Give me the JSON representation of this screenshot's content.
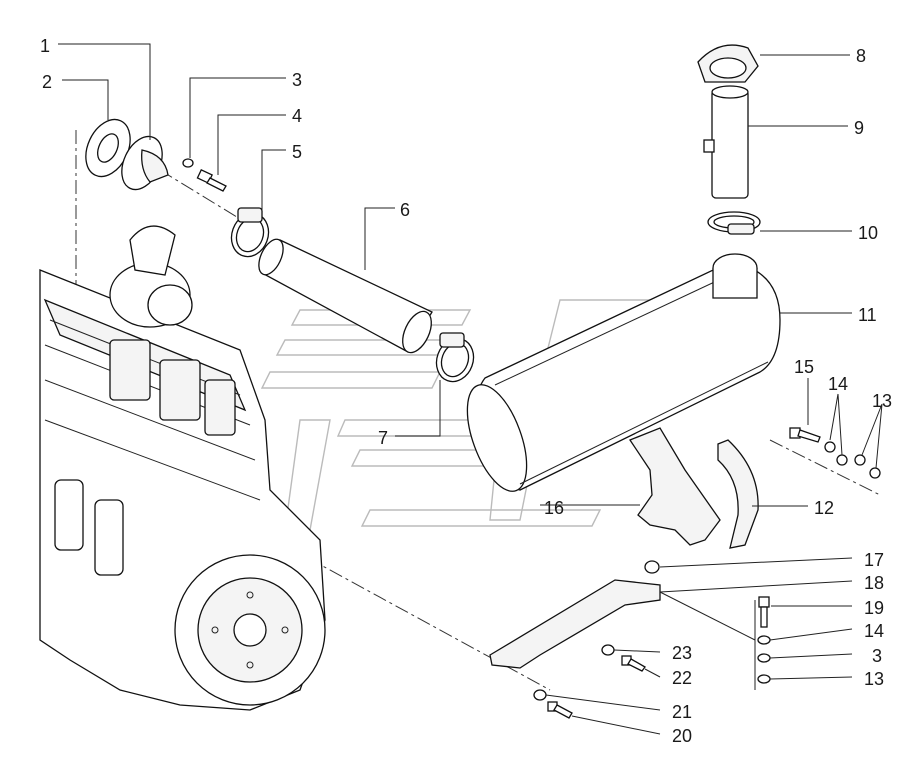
{
  "callouts": {
    "c1": "1",
    "c2": "2",
    "c3a": "3",
    "c4": "4",
    "c5": "5",
    "c6": "6",
    "c7": "7",
    "c8": "8",
    "c9": "9",
    "c10": "10",
    "c11": "11",
    "c12": "12",
    "c13a": "13",
    "c14a": "14",
    "c15": "15",
    "c16": "16",
    "c17": "17",
    "c18": "18",
    "c19": "19",
    "c14b": "14",
    "c3b": "3",
    "c13b": "13",
    "c23": "23",
    "c22": "22",
    "c21": "21",
    "c20": "20"
  }
}
